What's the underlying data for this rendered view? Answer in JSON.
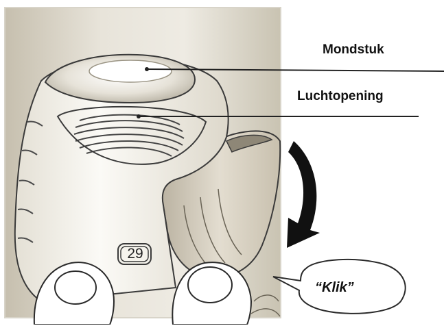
{
  "labels": {
    "mouthpiece": "Mondstuk",
    "air_vent": "Luchtopening"
  },
  "counter": "29",
  "speech_bubble": "“Klik”",
  "colors": {
    "background_top": "#c9c3b2",
    "background_bottom": "#f4f1ea",
    "device_body": "#f7f5ef",
    "cover": "#d9d2c2",
    "outline": "#3a3a3a",
    "arrow": "#111111"
  },
  "icons": {
    "rotation_arrow": "curved-arrow-down-icon",
    "device": "inhaler-device",
    "hands": "thumbs"
  }
}
